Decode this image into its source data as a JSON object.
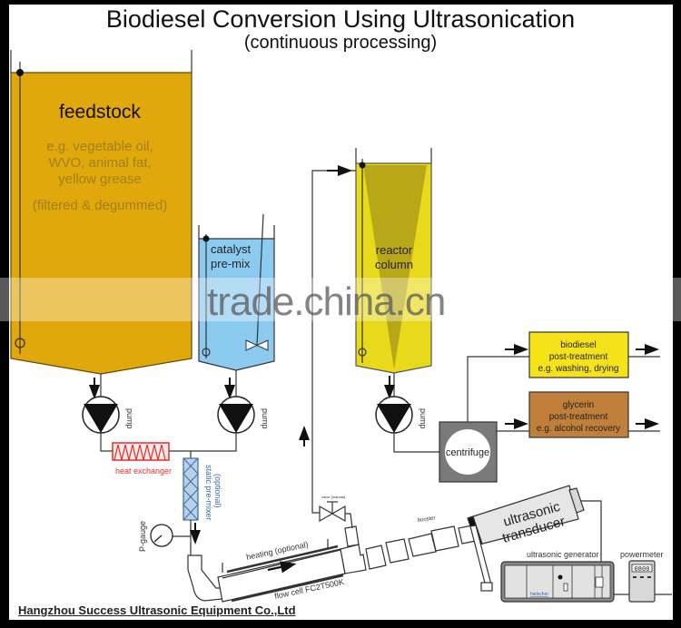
{
  "title": "Biodiesel Conversion Using Ultrasonication",
  "subtitle": "(continuous processing)",
  "feedstock": {
    "label": "feedstock",
    "lines": [
      "e.g. vegetable oil,",
      "WVO, animal fat,",
      "yellow grease"
    ],
    "note": "(filtered & degummed)",
    "color": "#E0A80A"
  },
  "catalyst": {
    "lines": [
      "catalyst",
      "pre-mix"
    ],
    "color": "#8CCBF0"
  },
  "reactor": {
    "lines": [
      "reactor",
      "column"
    ],
    "color": "#E8DA1A",
    "cone_color": "#B8A818"
  },
  "pump_label": "pump",
  "heat_exchanger": {
    "label": "heat exchanger",
    "color": "#E03030"
  },
  "static_mixer": {
    "lines": [
      "static pre-mixer",
      "(optional)"
    ],
    "color": "#3A6EA8"
  },
  "p_gauge": "P-gauge",
  "valve_label": "valve (manual)",
  "booster_label": "booster",
  "heating_label": "heating (optional)",
  "flow_cell_label": "flow cell FC2T500K",
  "transducer": {
    "lines": [
      "ultrasonic",
      "transducer"
    ]
  },
  "generator": {
    "label": "ultrasonic generator",
    "brand": "hielscher"
  },
  "powermeter": {
    "label": "powermeter",
    "display": "0800"
  },
  "centrifuge_label": "centrifuge",
  "biodiesel_box": {
    "lines": [
      "biodiesel",
      "post-treatment",
      "e.g. washing, drying"
    ],
    "color": "#F5E218"
  },
  "glycerin_box": {
    "lines": [
      "glycerin",
      "post-treatment",
      "e.g. alcohol recovery"
    ],
    "color": "#C0803A"
  },
  "footer": "Hangzhou Success Ultrasonic Equipment Co.,Ltd",
  "watermark": "trade.china.cn"
}
